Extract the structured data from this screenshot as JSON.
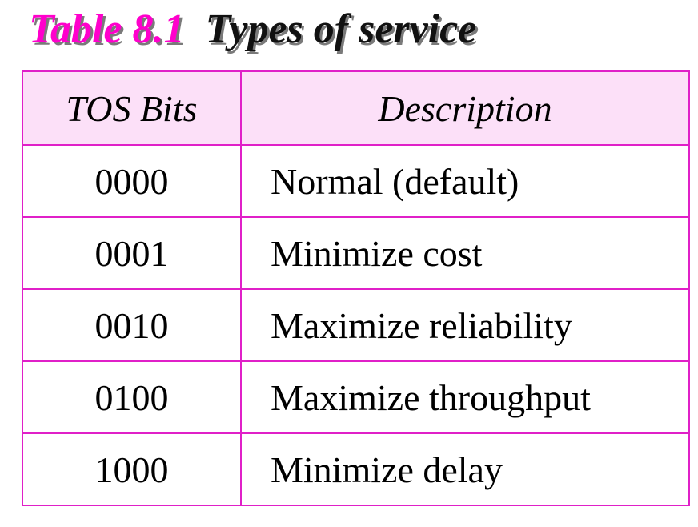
{
  "title": {
    "label": "Table 8.1",
    "text": "Types of service"
  },
  "table": {
    "headers": [
      "TOS Bits",
      "Description"
    ],
    "rows": [
      {
        "bits": "0000",
        "description": "Normal (default)"
      },
      {
        "bits": "0001",
        "description": "Minimize cost"
      },
      {
        "bits": "0010",
        "description": "Maximize reliability"
      },
      {
        "bits": "0100",
        "description": "Maximize throughput"
      },
      {
        "bits": "1000",
        "description": "Minimize delay"
      }
    ]
  },
  "colors": {
    "title_label": "#ff00cc",
    "border": "#e020c8",
    "header_background": "#fce0f8",
    "text": "#000000"
  }
}
